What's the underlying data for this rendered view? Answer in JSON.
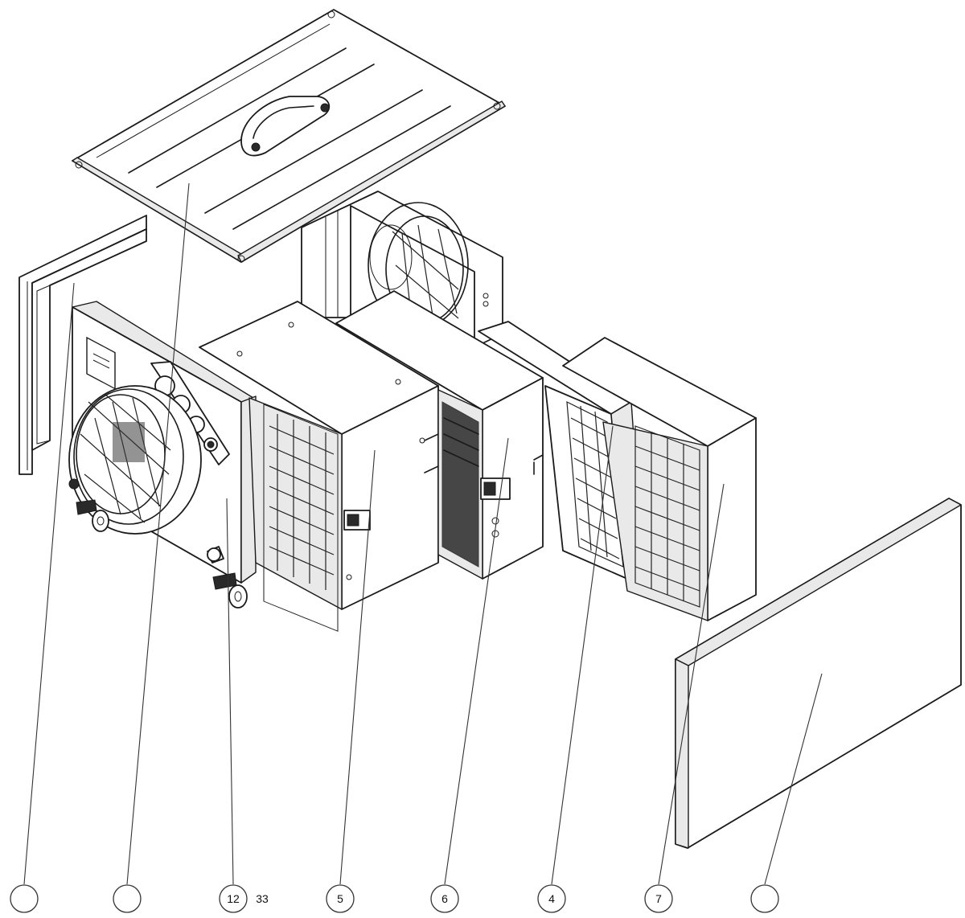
{
  "balloons": [
    {
      "id": "b1",
      "label": ""
    },
    {
      "id": "b2",
      "label": ""
    },
    {
      "id": "b3",
      "label": "12"
    },
    {
      "id": "b4",
      "label": "5"
    },
    {
      "id": "b5",
      "label": "6"
    },
    {
      "id": "b6",
      "label": "4"
    },
    {
      "id": "b7",
      "label": "7"
    },
    {
      "id": "b8",
      "label": ""
    }
  ],
  "extra_label": "33"
}
